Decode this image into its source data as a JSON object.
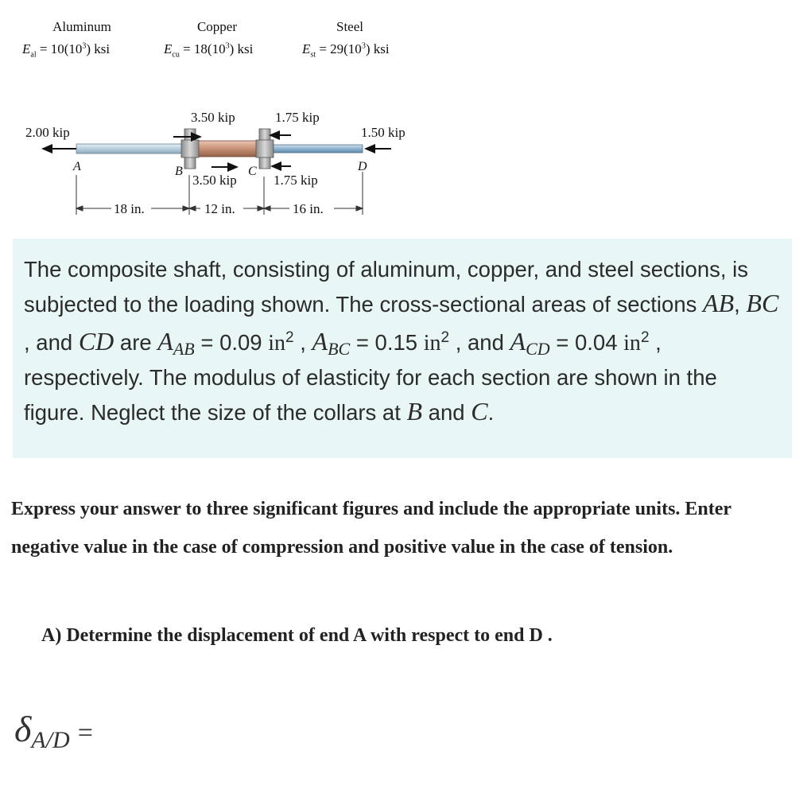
{
  "figure": {
    "materials": [
      {
        "name": "Aluminum",
        "modulus_symbol": "E",
        "modulus_sub": "al",
        "modulus_value": " = 10(10",
        "modulus_exp": "3",
        "modulus_unit": ") ksi"
      },
      {
        "name": "Copper",
        "modulus_symbol": "E",
        "modulus_sub": "cu",
        "modulus_value": " = 18(10",
        "modulus_exp": "3",
        "modulus_unit": ") ksi"
      },
      {
        "name": "Steel",
        "modulus_symbol": "E",
        "modulus_sub": "st",
        "modulus_value": " = 29(10",
        "modulus_exp": "3",
        "modulus_unit": ") ksi"
      }
    ],
    "loads": {
      "a": "2.00 kip",
      "b_top": "3.50 kip",
      "c_top": "1.75 kip",
      "d": "1.50 kip",
      "b_bottom": "3.50 kip",
      "c_bottom": "1.75 kip"
    },
    "points": {
      "a": "A",
      "b": "B",
      "c": "C",
      "d": "D"
    },
    "dims": {
      "ab": "18 in.",
      "bc": "12 in.",
      "cd": "16 in."
    },
    "colors": {
      "aluminum": "#b8cedc",
      "copper": "#c69074",
      "steel": "#8fb4cf",
      "collar": "#bdbdbd"
    }
  },
  "problem": {
    "t1": "The composite shaft, consisting of aluminum, copper, and steel sections, is subjected to the loading shown. The cross-sectional areas of sections ",
    "AB": "AB",
    "comma1": ", ",
    "BC": "BC",
    "t2": " , and ",
    "CD": "CD",
    "t3": " are ",
    "A_sym": "A",
    "AB_sub": "AB",
    "AB_val": " = 0.09 ",
    "unit": "in",
    "exp": "2",
    "t4": " , ",
    "BC_sub": "BC",
    "BC_val": " = 0.15 ",
    "t5": " , and ",
    "CD_sub": "CD",
    "CD_val": " = 0.04 ",
    "t6": " , respectively. The modulus of elasticity for each section are shown in the figure. Neglect the size of the collars at ",
    "B": "B",
    "t7": " and ",
    "C": "C",
    "t8": "."
  },
  "instructions": "Express your answer to three significant figures and include the appropriate units. Enter negative value in the case of compression and positive value in the case of tension.",
  "part_a": "A) Determine the displacement of end  A with respect to end  D .",
  "answer": {
    "symbol": "δ",
    "subscript": "A/D",
    "equals": "="
  }
}
